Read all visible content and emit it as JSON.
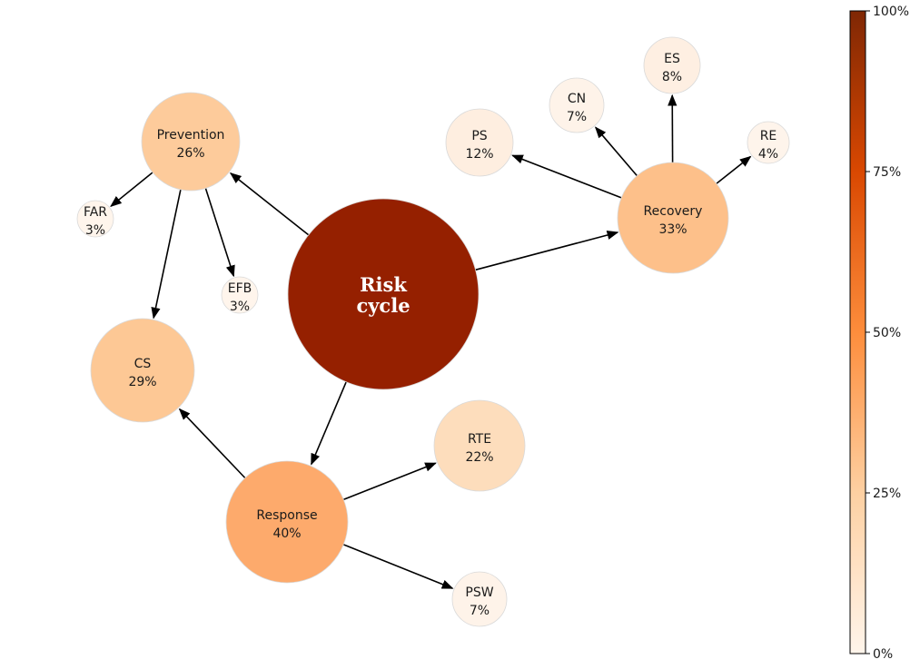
{
  "root": {
    "label_line1": "Risk",
    "label_line2": "cycle",
    "color": "#952000"
  },
  "nodes": [
    {
      "id": "prevention",
      "name": "Prevention",
      "pct": "26%",
      "color": "#fdcb9b"
    },
    {
      "id": "recovery",
      "name": "Recovery",
      "pct": "33%",
      "color": "#fdc08a"
    },
    {
      "id": "response",
      "name": "Response",
      "pct": "40%",
      "color": "#fdaa6c"
    },
    {
      "id": "cs",
      "name": "CS",
      "pct": "29%",
      "color": "#fdc895"
    },
    {
      "id": "rte",
      "name": "RTE",
      "pct": "22%",
      "color": "#fdddbc"
    },
    {
      "id": "ps",
      "name": "PS",
      "pct": "12%",
      "color": "#feeee0"
    },
    {
      "id": "cn",
      "name": "CN",
      "pct": "7%",
      "color": "#fef3e9"
    },
    {
      "id": "es",
      "name": "ES",
      "pct": "8%",
      "color": "#feefe2"
    },
    {
      "id": "re",
      "name": "RE",
      "pct": "4%",
      "color": "#fef4eb"
    },
    {
      "id": "far",
      "name": "FAR",
      "pct": "3%",
      "color": "#fff5ec"
    },
    {
      "id": "efb",
      "name": "EFB",
      "pct": "3%",
      "color": "#fff5ec"
    },
    {
      "id": "psw",
      "name": "PSW",
      "pct": "7%",
      "color": "#fef3e9"
    }
  ],
  "edges": [
    {
      "from": "root",
      "to": "prevention"
    },
    {
      "from": "root",
      "to": "recovery"
    },
    {
      "from": "root",
      "to": "response"
    },
    {
      "from": "prevention",
      "to": "far"
    },
    {
      "from": "prevention",
      "to": "efb"
    },
    {
      "from": "prevention",
      "to": "cs"
    },
    {
      "from": "recovery",
      "to": "ps"
    },
    {
      "from": "recovery",
      "to": "cn"
    },
    {
      "from": "recovery",
      "to": "es"
    },
    {
      "from": "recovery",
      "to": "re"
    },
    {
      "from": "response",
      "to": "cs"
    },
    {
      "from": "response",
      "to": "rte"
    },
    {
      "from": "response",
      "to": "psw"
    }
  ],
  "colorbar": {
    "ticks": [
      {
        "value": 100,
        "label": "100%"
      },
      {
        "value": 75,
        "label": "75%"
      },
      {
        "value": 50,
        "label": "50%"
      },
      {
        "value": 25,
        "label": "25%"
      },
      {
        "value": 0,
        "label": "0%"
      }
    ],
    "colors": [
      "#fff5eb",
      "#fdd0a2",
      "#fd8d3c",
      "#d94801",
      "#7f2704"
    ]
  }
}
